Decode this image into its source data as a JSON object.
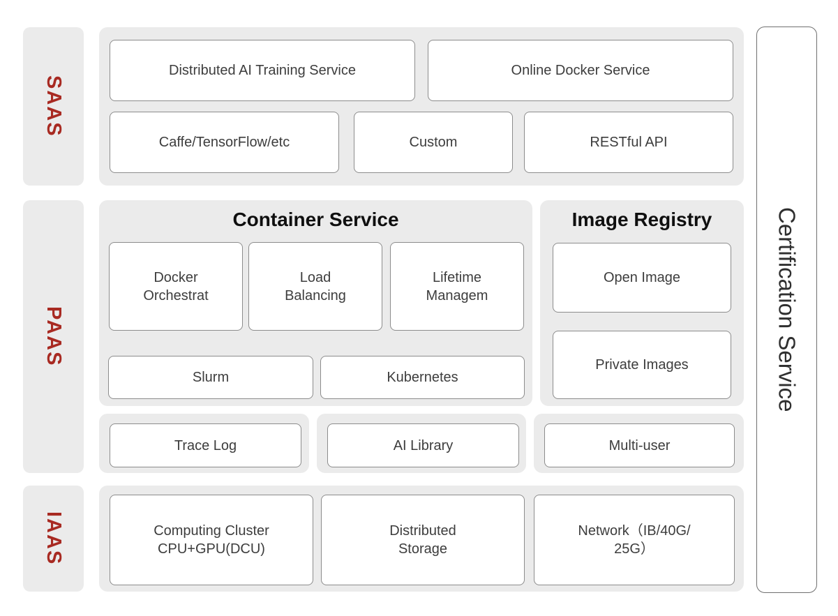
{
  "diagram": {
    "layers": {
      "saas": "SAAS",
      "paas": "PAAS",
      "iaas": "IAAS"
    },
    "saas": {
      "row1": [
        "Distributed AI Training Service",
        "Online Docker Service"
      ],
      "row2": [
        "Caffe/TensorFlow/etc",
        "Custom",
        "RESTful API"
      ]
    },
    "container_service": {
      "title": "Container Service",
      "row1": [
        "Docker\nOrchestrat",
        "Load\nBalancing",
        "Lifetime\nManagem"
      ],
      "row2": [
        "Slurm",
        "Kubernetes"
      ]
    },
    "image_registry": {
      "title": "Image Registry",
      "boxes": [
        "Open Image",
        "Private Images"
      ]
    },
    "paas_bottom": [
      "Trace Log",
      "AI Library",
      "Multi-user"
    ],
    "iaas": {
      "boxes": [
        "Computing Cluster\nCPU+GPU(DCU)",
        "Distributed\nStorage",
        "Network（IB/40G/\n25G）"
      ]
    },
    "right_bar": "Certification Service",
    "colors": {
      "accent_red": "#a82a22",
      "panel_gray": "#ebebeb",
      "box_border": "#8c8c8c",
      "text_dark": "#3d3d3d"
    }
  }
}
